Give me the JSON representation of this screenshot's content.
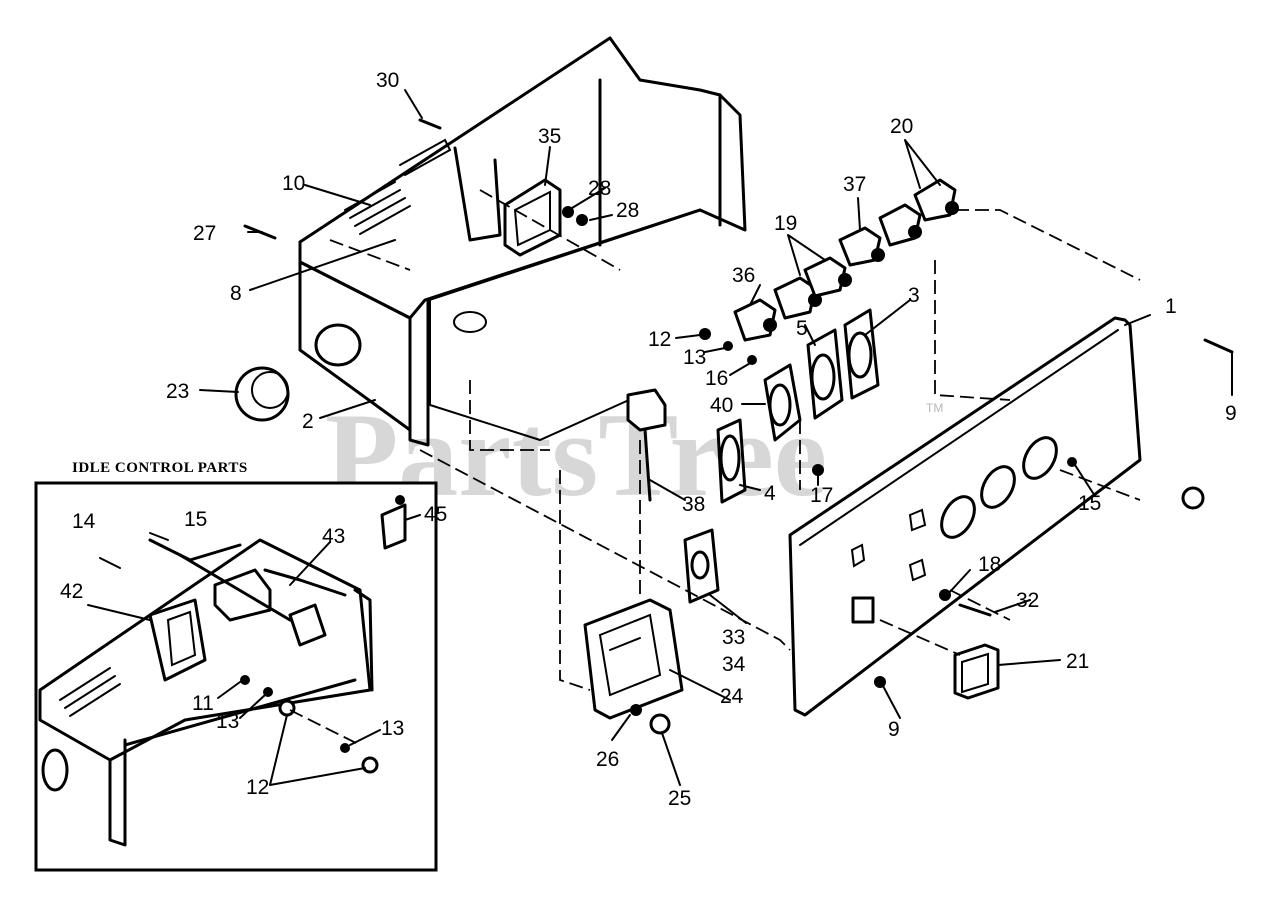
{
  "inset": {
    "title": "IDLE CONTROL PARTS"
  },
  "watermark": {
    "text": "PartsTree",
    "tm": "TM"
  },
  "labels": {
    "p1": "1",
    "p2": "2",
    "p3": "3",
    "p4": "4",
    "p5": "5",
    "p8": "8",
    "p9a": "9",
    "p9b": "9",
    "p10": "10",
    "p12a": "12",
    "p13a": "13",
    "p15a": "15",
    "p16": "16",
    "p17": "17",
    "p18": "18",
    "p19": "19",
    "p20": "20",
    "p21": "21",
    "p23": "23",
    "p24": "24",
    "p25": "25",
    "p26": "26",
    "p27": "27",
    "p28a": "28",
    "p28b": "28",
    "p30": "30",
    "p32": "32",
    "p33": "33",
    "p34": "34",
    "p35": "35",
    "p36": "36",
    "p37": "37",
    "p38": "38",
    "p40": "40",
    "i11": "11",
    "i12": "12",
    "i13a": "13",
    "i13b": "13",
    "i14": "14",
    "i15": "15",
    "i42": "42",
    "i43": "43",
    "i45": "45"
  }
}
